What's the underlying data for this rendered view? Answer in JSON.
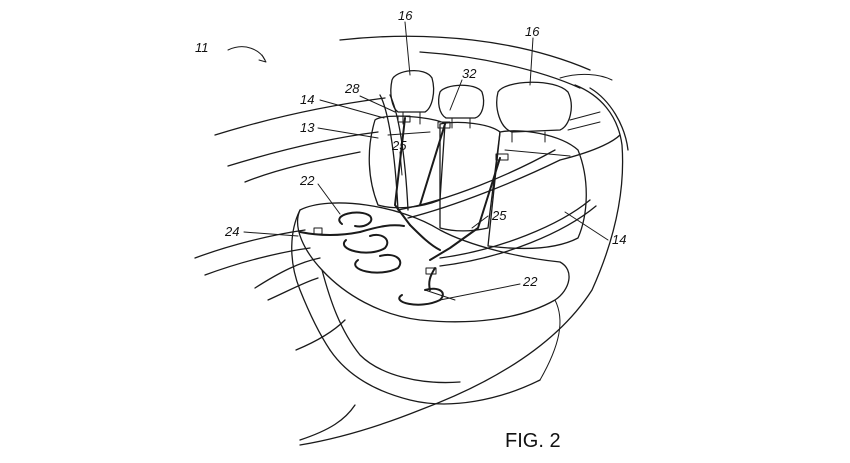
{
  "figure": {
    "caption": "FIG. 2",
    "reference_numerals": {
      "vehicle": "11",
      "headrest_left": "16",
      "headrest_right": "16",
      "seatbelt_top": "28",
      "center_headrest": "32",
      "belt_left": "14",
      "belt_right": "14",
      "seat_edge": "13",
      "wire_upper_left": "25",
      "wire_right": "25",
      "sensor_left": "22",
      "sensor_right": "22",
      "floor_harness": "24"
    }
  }
}
